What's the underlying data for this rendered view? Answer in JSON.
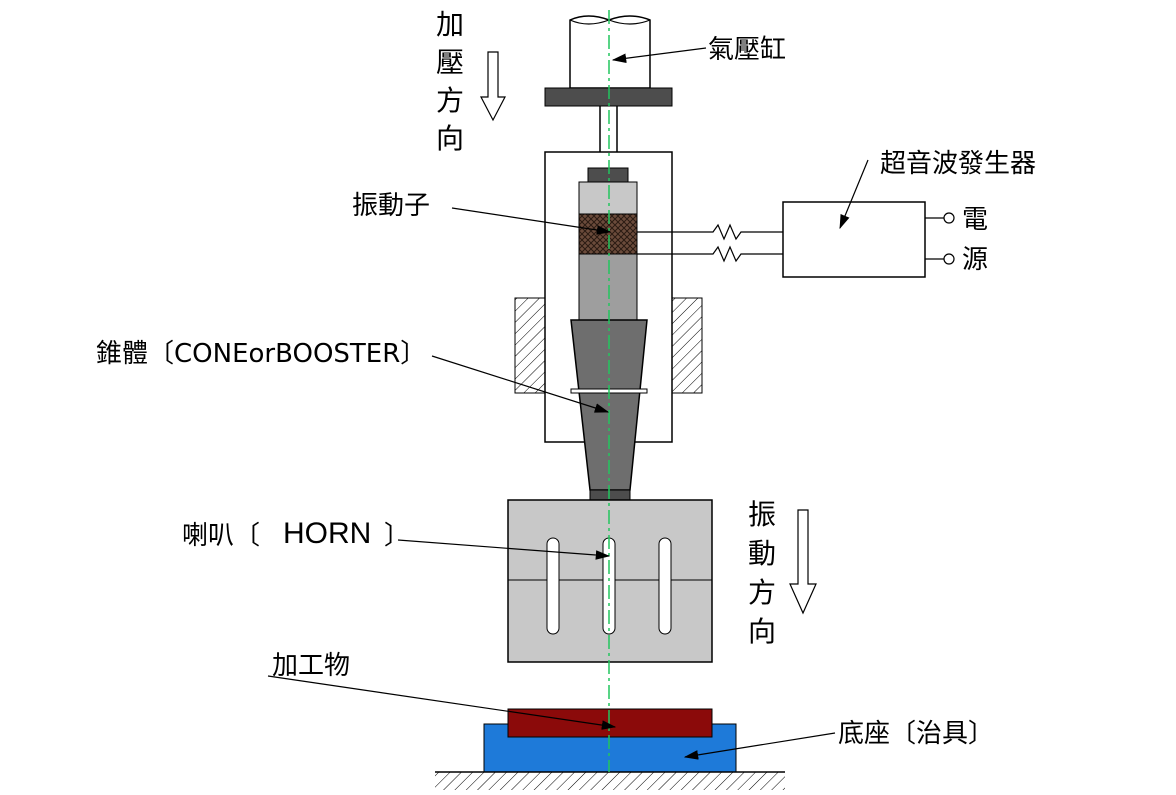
{
  "labels": {
    "pressure_direction": [
      "加",
      "壓",
      "方",
      "向"
    ],
    "vibration_direction": [
      "振",
      "動",
      "方",
      "向"
    ],
    "air_cylinder": "氣壓缸",
    "generator": "超音波發生器",
    "power": [
      "電",
      "源"
    ],
    "transducer": "振動子",
    "booster": "錐體〔CONEorBOOSTER〕",
    "horn_zh": "喇叭〔",
    "horn_en": "HORN",
    "horn_close": "〕",
    "workpiece": "加工物",
    "base": "底座〔治具〕"
  },
  "colors": {
    "line": "#000000",
    "metal_light": "#c8c8c8",
    "metal_mid": "#9e9e9e",
    "metal_dark": "#6e6e6e",
    "plate": "#4d4d4d",
    "workpiece": "#8b0a0a",
    "base": "#1e7ad9",
    "centerline": "#22c55e"
  }
}
